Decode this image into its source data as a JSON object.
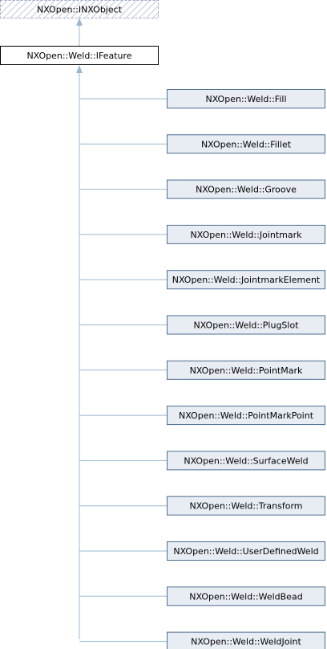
{
  "diagram": {
    "base_node": {
      "label": "NXOpen::INXObject"
    },
    "feature_node": {
      "label": "NXOpen::Weld::IFeature"
    },
    "derived_nodes": [
      {
        "label": "NXOpen::Weld::Fill"
      },
      {
        "label": "NXOpen::Weld::Fillet"
      },
      {
        "label": "NXOpen::Weld::Groove"
      },
      {
        "label": "NXOpen::Weld::Jointmark"
      },
      {
        "label": "NXOpen::Weld::JointmarkElement"
      },
      {
        "label": "NXOpen::Weld::PlugSlot"
      },
      {
        "label": "NXOpen::Weld::PointMark"
      },
      {
        "label": "NXOpen::Weld::PointMarkPoint"
      },
      {
        "label": "NXOpen::Weld::SurfaceWeld"
      },
      {
        "label": "NXOpen::Weld::Transform"
      },
      {
        "label": "NXOpen::Weld::UserDefinedWeld"
      },
      {
        "label": "NXOpen::Weld::WeldBead"
      },
      {
        "label": "NXOpen::Weld::WeldJoint"
      }
    ],
    "colors": {
      "connector": "#9ab8d2",
      "derived_fill": "#e8edf4",
      "derived_border": "#4a6b8f",
      "base_border": "#a0a6c8",
      "base_hatch": "#d4d8ea",
      "feature_border": "#000000"
    }
  }
}
